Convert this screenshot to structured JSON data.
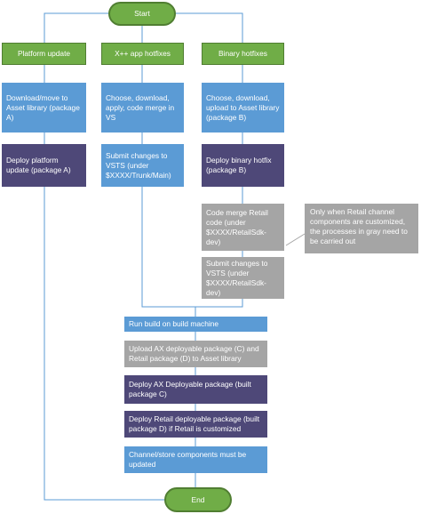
{
  "nodes": {
    "start": "Start",
    "platform_update": "Platform update",
    "xpp_hotfixes": "X++ app hotfixes",
    "binary_hotfixes": "Binary hotfixes",
    "download_move": "Download/move to Asset library (package A)",
    "choose_xpp": "Choose, download, apply, code merge in VS",
    "choose_binary": "Choose, download, upload to Asset library (package B)",
    "deploy_platform": "Deploy platform update (package A)",
    "submit_vsts_trunk": "Submit changes to VSTS (under $XXXX/Trunk/Main)",
    "deploy_binary": "Deploy binary hotfix (package B)",
    "code_merge_retail": "Code merge Retail code (under $XXXX/RetailSdk-dev)",
    "submit_vsts_retail": "Submit changes to VSTS (under $XXXX/RetailSdk-dev)",
    "retail_note": "Only when Retail channel components are customized, the processes in gray need to be carried out",
    "run_build": "Run build on build machine",
    "upload_ax": "Upload AX deployable package (C) and Retail package (D) to Asset library",
    "deploy_ax": "Deploy AX Deployable package (built package C)",
    "deploy_retail": "Deploy Retail deployable package (built package D) if Retail is customized",
    "channel_store": "Channel/store components must be updated",
    "end": "End"
  },
  "colors": {
    "green": "#70ad47",
    "blue": "#5b9bd5",
    "purple": "#4e4878",
    "gray": "#a5a5a5",
    "line": "#5b9bd5"
  }
}
